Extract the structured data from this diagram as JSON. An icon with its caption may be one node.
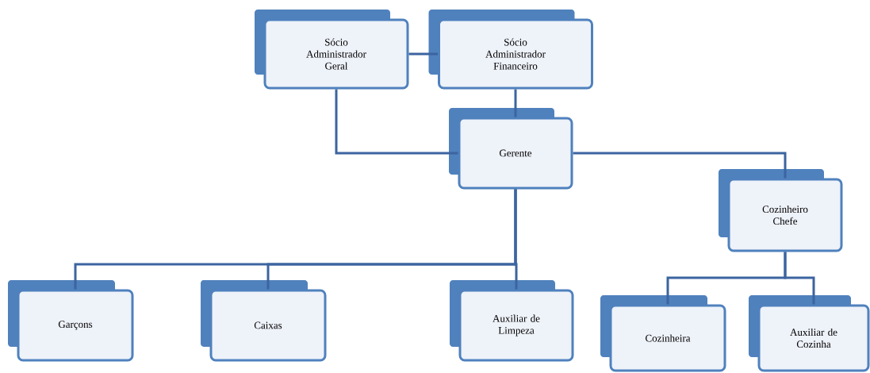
{
  "diagram": {
    "nodes": [
      {
        "text": [
          "Sócio Administrador Geral"
        ]
      },
      {
        "text": [
          "Sócio Administrador Financeiro"
        ]
      },
      {
        "text": [
          "Gerente"
        ]
      },
      {
        "text": [
          "Cozinheiro Chefe"
        ]
      },
      {
        "text": [
          "Garçons"
        ]
      },
      {
        "text": [
          "Caixas"
        ]
      },
      {
        "text": [
          "Auxiliar de Limpeza"
        ]
      },
      {
        "text": [
          "Cozinheira"
        ]
      },
      {
        "text": [
          "Auxiliar de Cozinha"
        ]
      }
    ],
    "edges": [
      {
        "from": 0,
        "to": 1,
        "arrow": "none"
      },
      {
        "from": 0,
        "to": 2,
        "arrow": "none"
      },
      {
        "from": 1,
        "to": 2,
        "arrow": "none"
      },
      {
        "from": 2,
        "to": 3,
        "arrow": "none"
      },
      {
        "from": 2,
        "to": 4,
        "arrow": "none"
      },
      {
        "from": 2,
        "to": 5,
        "arrow": "none"
      },
      {
        "from": 2,
        "to": 6,
        "arrow": "none"
      },
      {
        "from": 3,
        "to": 7,
        "arrow": "none"
      },
      {
        "from": 3,
        "to": 8,
        "arrow": "none"
      }
    ]
  }
}
